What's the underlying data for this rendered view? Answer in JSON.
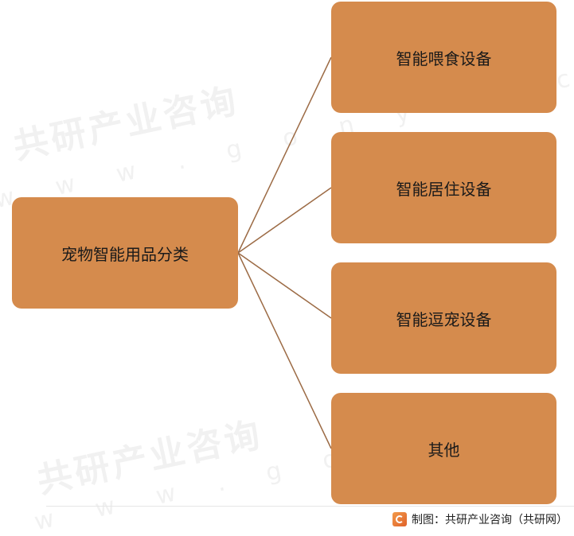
{
  "diagram": {
    "root": {
      "label": "宠物智能用品分类"
    },
    "children": [
      {
        "label": "智能喂食设备"
      },
      {
        "label": "智能居住设备"
      },
      {
        "label": "智能逗宠设备"
      },
      {
        "label": "其他"
      }
    ],
    "colors": {
      "box_fill": "#d58b4d",
      "connector": "#9c6b45"
    }
  },
  "watermark": {
    "brand": "共研产业咨询",
    "domain": "w w w . g o n y n . c o m"
  },
  "footer": {
    "credit": "制图：共研产业咨询（共研网）"
  }
}
